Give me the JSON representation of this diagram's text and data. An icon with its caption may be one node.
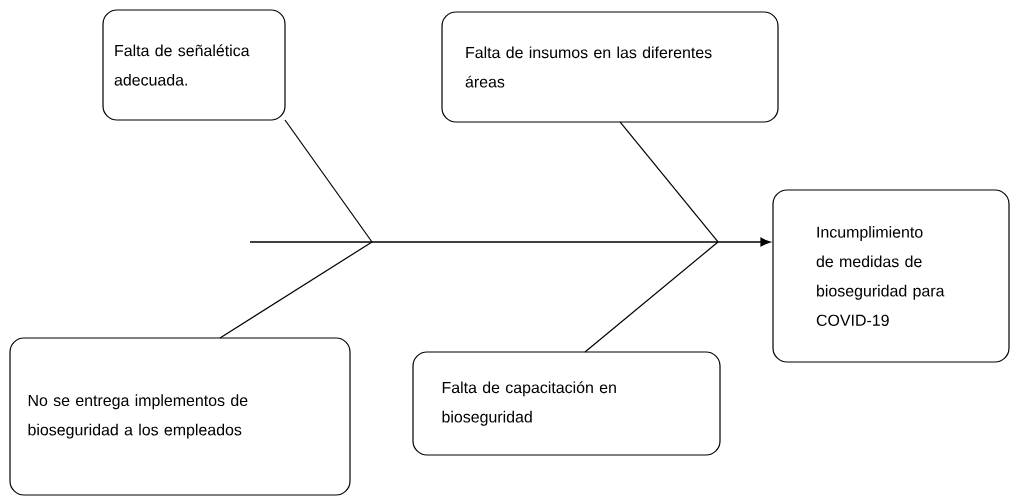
{
  "diagram": {
    "nodes": [
      {
        "text": [
          "Falta de señalética adecuada."
        ]
      },
      {
        "text": [
          "Falta de insumos en las diferentes áreas"
        ]
      },
      {
        "text": [
          "Incumplimiento de medidas de bioseguridad para COVID-19"
        ]
      },
      {
        "text": [
          "No se entrega implementos de bioseguridad a los empleados"
        ]
      },
      {
        "text": [
          "Falta de capacitación en bioseguridad"
        ]
      }
    ],
    "edges": [
      {
        "from": null,
        "to": 2,
        "arrow": "to"
      },
      {
        "from": 0,
        "to": null,
        "arrow": "none"
      },
      {
        "from": 1,
        "to": null,
        "arrow": "none"
      },
      {
        "from": 3,
        "to": null,
        "arrow": "none"
      },
      {
        "from": 4,
        "to": null,
        "arrow": "none"
      }
    ]
  }
}
